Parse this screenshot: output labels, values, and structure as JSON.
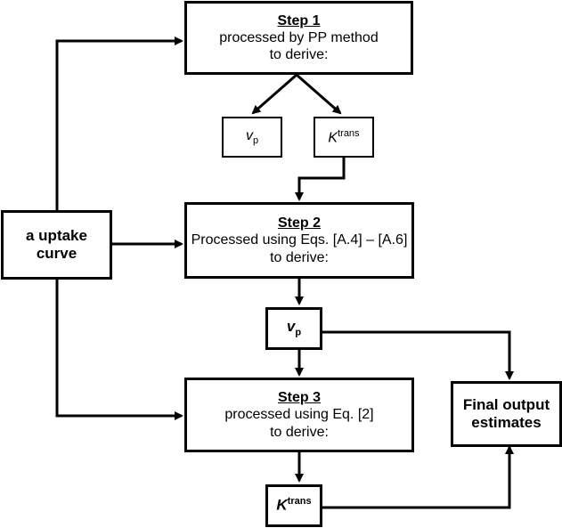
{
  "step1": {
    "title": "Step 1",
    "line1": "processed by PP method",
    "line2": "to derive:"
  },
  "vp_top": {
    "symbol": "v",
    "subscript": "p"
  },
  "ktrans_top": {
    "symbol": "K",
    "superscript": "trans"
  },
  "input": {
    "line1": "a uptake",
    "line2": "curve"
  },
  "step2": {
    "title": "Step 2",
    "line1": "Processed using Eqs. [A.4] – [A.6]",
    "line2": "to derive:"
  },
  "vp_mid": {
    "symbol": "v",
    "subscript": "p"
  },
  "step3": {
    "title": "Step 3",
    "line1": "processed using Eq. [2]",
    "line2": "to derive:"
  },
  "output": {
    "line1": "Final output",
    "line2": "estimates"
  },
  "ktrans_bottom": {
    "symbol": "K",
    "superscript": "trans"
  }
}
